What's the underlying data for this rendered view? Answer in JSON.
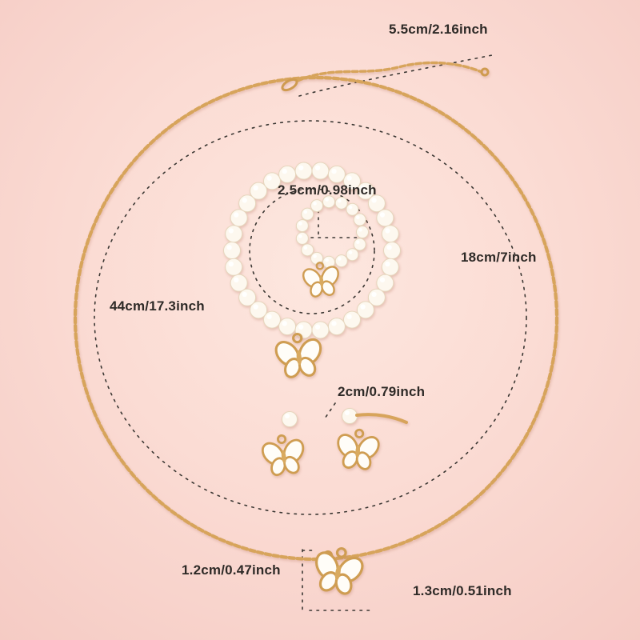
{
  "product": {
    "description": "Butterfly pearl jewelry set product photo with size annotations",
    "pieces": [
      "gold-chain-necklace",
      "extender-chain",
      "pearl-bracelet",
      "pearl-ring",
      "butterfly-earrings",
      "butterfly-pendant"
    ]
  },
  "annotations": {
    "extender_length": "5.5cm/2.16inch",
    "ring_diameter": "2.5cm/0.98inch",
    "bracelet_length": "18cm/7inch",
    "necklace_length": "44cm/17.3inch",
    "earring_size": "2cm/0.79inch",
    "pendant_height": "1.2cm/0.47inch",
    "pendant_width": "1.3cm/0.51inch"
  },
  "colors": {
    "background": "#f8d4cc",
    "background_center": "#fde7df",
    "gold": "#d7a45b",
    "pearl_white": "#fdf8ef",
    "enamel_white": "#fffdf8",
    "measure_line": "#3b3733",
    "text": "#2e2a27"
  }
}
